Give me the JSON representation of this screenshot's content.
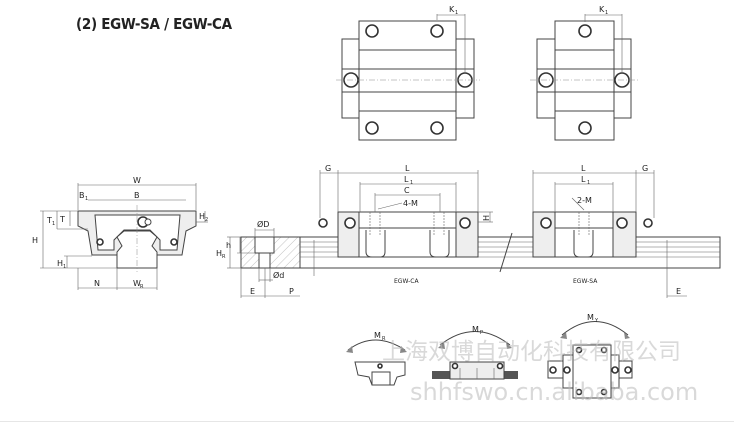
{
  "title": "(2) EGW-SA / EGW-CA",
  "models": {
    "ca": "EGW-CA",
    "sa": "EGW-SA"
  },
  "labels": {
    "W": "W",
    "B": "B",
    "B1": {
      "m": "B",
      "s": "1"
    },
    "H": "H",
    "T": "T",
    "T1": {
      "m": "T",
      "s": "1"
    },
    "H1": {
      "m": "H",
      "s": "1"
    },
    "H2": {
      "m": "H",
      "s": "2"
    },
    "N": "N",
    "WR": {
      "m": "W",
      "s": "R"
    },
    "D": "ØD",
    "d": "Ød",
    "h": "h",
    "HR": {
      "m": "H",
      "s": "R"
    },
    "E": "E",
    "P": "P",
    "G": "G",
    "L": "L",
    "L1": {
      "m": "L",
      "s": "1"
    },
    "C": "C",
    "M4": "4-M",
    "M2": "2-M",
    "K1": {
      "m": "K",
      "s": "1"
    },
    "MR": {
      "m": "M",
      "s": "R"
    },
    "MP": {
      "m": "M",
      "s": "P"
    },
    "MY": {
      "m": "M",
      "s": "Y"
    }
  },
  "watermark": {
    "cn": "上海双博自动化科技有限公司",
    "url": "shhfswo.cn.alibaba.com"
  },
  "colors": {
    "line": "#444444",
    "fill": "#eeeeee"
  }
}
